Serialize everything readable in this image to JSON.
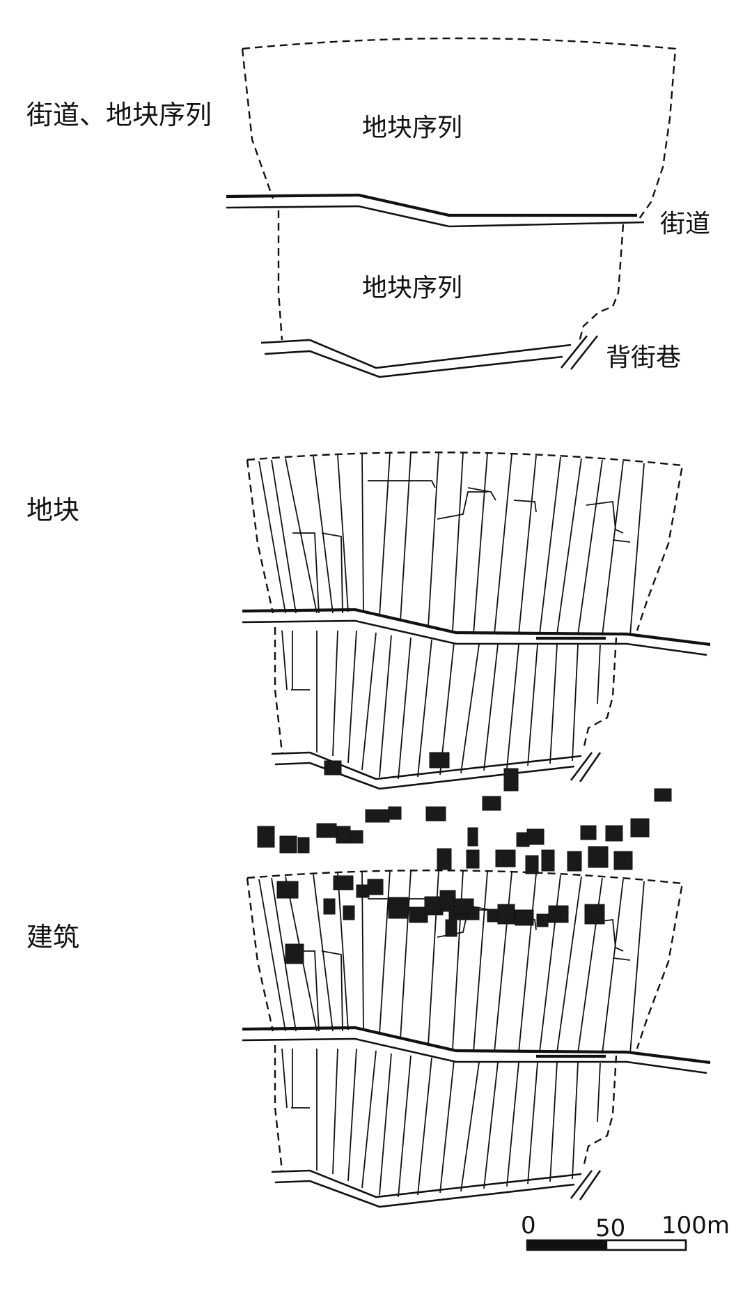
{
  "panels": {
    "sequence": {
      "label": "街道、地块序列",
      "upper_block_label": "地块序列",
      "lower_block_label": "地块序列",
      "street_label": "街道",
      "back_lane_label": "背街巷"
    },
    "plots": {
      "label": "地块"
    },
    "buildings": {
      "label": "建筑"
    }
  },
  "scale_bar": {
    "ticks": [
      "0",
      "50",
      "100m"
    ],
    "colors": {
      "filled": "#111111",
      "empty": "#ffffff"
    }
  },
  "colors": {
    "line": "#111111",
    "background": "#ffffff",
    "building_fill": "#1a1a1a"
  }
}
